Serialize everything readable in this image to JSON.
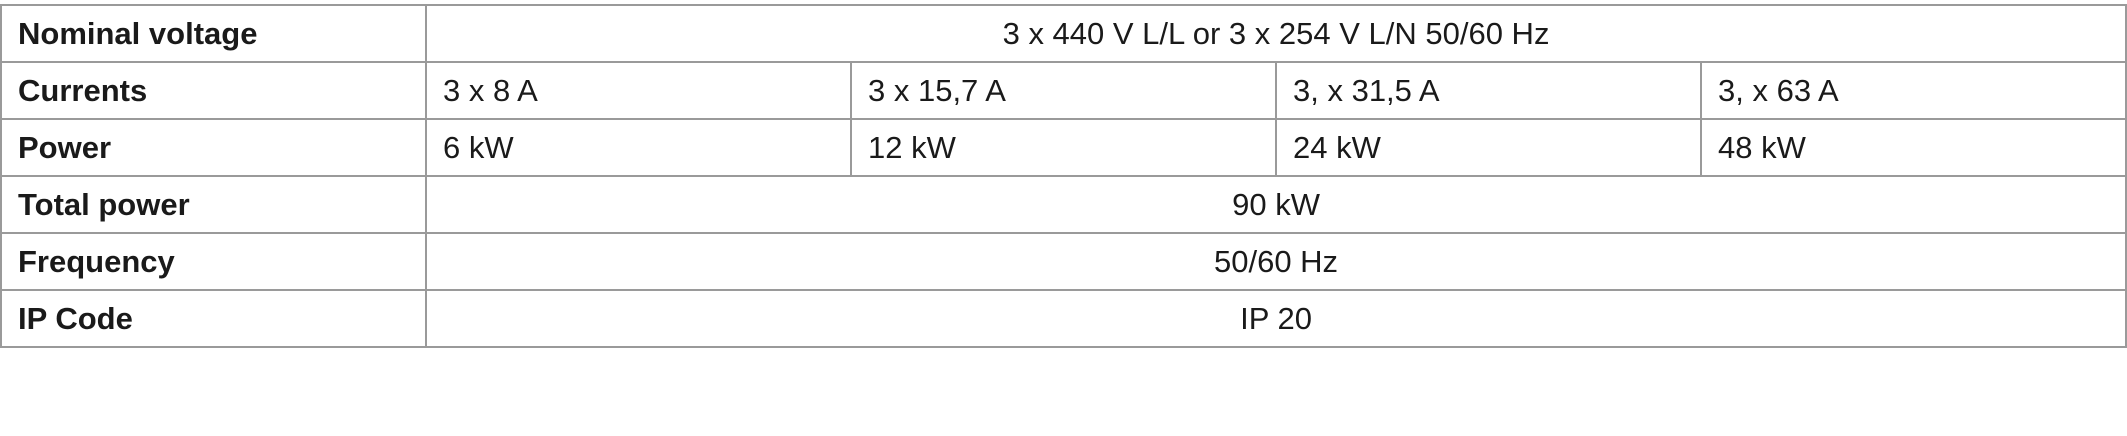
{
  "table": {
    "rows": [
      {
        "label": "Nominal voltage",
        "value": "3 x 440 V L/L or 3 x 254 V L/N 50/60 Hz"
      },
      {
        "label": "Currents",
        "values": [
          "3 x 8 A",
          "3 x 15,7 A",
          "3, x 31,5 A",
          "3, x 63 A"
        ]
      },
      {
        "label": "Power",
        "values": [
          "6 kW",
          "12 kW",
          "24 kW",
          "48 kW"
        ]
      },
      {
        "label": "Total power",
        "value": "90 kW"
      },
      {
        "label": "Frequency",
        "value": "50/60 Hz"
      },
      {
        "label": "IP Code",
        "value": "IP 20"
      }
    ]
  }
}
